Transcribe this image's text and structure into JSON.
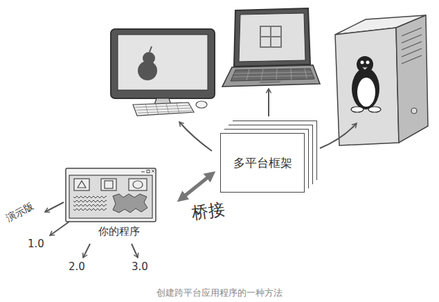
{
  "diagram": {
    "caption": "创建跨平台应用程序的一种方法",
    "nodes": [
      {
        "text": [
          "多平台框架"
        ]
      },
      {
        "text": [
          "你的程序"
        ]
      }
    ],
    "edges": [
      {
        "from": 1,
        "to": 0,
        "arrow": "both",
        "label": "桥接"
      }
    ],
    "labels": [
      "演示版",
      "1.0",
      "2.0",
      "3.0"
    ]
  }
}
